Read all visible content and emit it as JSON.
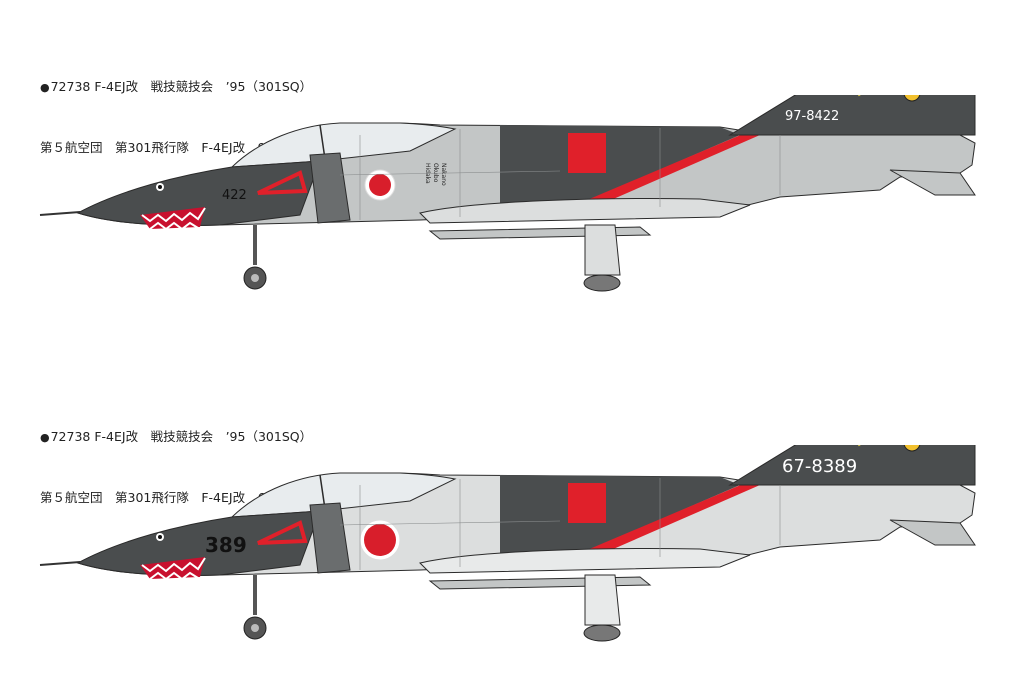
{
  "profiles": [
    {
      "title_line": "72738 F-4EJ改　戦技競技会　’95（301SQ）",
      "detail_line": "第５航空団　第301飛行隊　F-4EJ改　97-8422（制空迷彩仕様機）　1995年５月　小松基地",
      "tail_serial": "97-8422",
      "nose_number": "422",
      "crew_names": [
        "Hidaka",
        "Okubo",
        "Nakano"
      ]
    },
    {
      "title_line": "72738 F-4EJ改　戦技競技会　’95（301SQ）",
      "detail_line": "第５航空団　第301飛行隊　F-4EJ改　67-8389（旧型塗装仕様機）　1995年５月　新田原基地",
      "tail_serial": "67-8389",
      "nose_number": "389",
      "crew_names": []
    }
  ],
  "colors": {
    "dark_gray": "#4a4d4e",
    "light_gray": "#c3c6c6",
    "pale_gray": "#dcdede",
    "red": "#e0202a",
    "hinomaru": "#d81e2b",
    "shark_mouth": "#c8102e"
  }
}
